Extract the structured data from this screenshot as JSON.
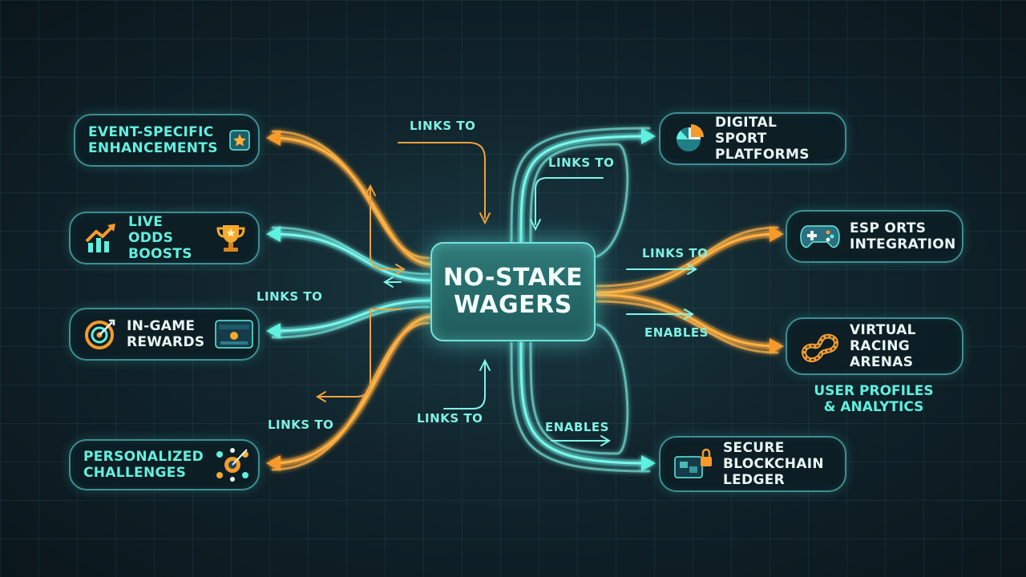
{
  "center": {
    "title_line1": "NO-STAKE",
    "title_line2": "WAGERS"
  },
  "nodes": {
    "event_specific": {
      "line1": "EVENT-SPECIFIC",
      "line2": "ENHANCEMENTS",
      "icon": "star-badge-icon"
    },
    "live_odds": {
      "line1": "LIVE ODDS",
      "line2": "BOOSTS",
      "icon": "trending-chart-icon"
    },
    "in_game": {
      "line1": "IN-GAME",
      "line2": "REWARDS",
      "icon": "target-icon"
    },
    "personalized": {
      "line1": "PERSONALIZED",
      "line2": "CHALLENGES",
      "icon": "dartboard-icon"
    },
    "digital_sport": {
      "line1": "DIGITAL SPORT",
      "line2": "PLATFORMS",
      "icon": "pie-chart-icon"
    },
    "esports": {
      "line1": "ESP ORTS",
      "line2": "INTEGRATION",
      "icon": "gamepad-icon"
    },
    "virtual_racing": {
      "line1": "VIRTUAL",
      "line2": "RACING",
      "line3": "ARENAS",
      "icon": "race-track-icon"
    },
    "secure_ledger": {
      "line1": "SECURE",
      "line2": "BLOCKCHAIN",
      "line3": "LEDGER",
      "icon": "lock-chain-icon"
    }
  },
  "user_profiles": {
    "line1": "USER PROFILES",
    "line2": "& ANALYTICS"
  },
  "connection_labels": {
    "top_center": "LINKS TO",
    "top_right_inner": "LINKS TO",
    "right_upper": "LINKS TO",
    "right_lower": "ENABLES",
    "left_middle": "LINKS TO",
    "left_lower": "LINKS TO",
    "bottom_center": "LINKS TO",
    "bottom_right": "ENABLES"
  },
  "colors": {
    "teal": "#5ef0e0",
    "orange": "#f79a2c",
    "background": "#0f2027"
  }
}
